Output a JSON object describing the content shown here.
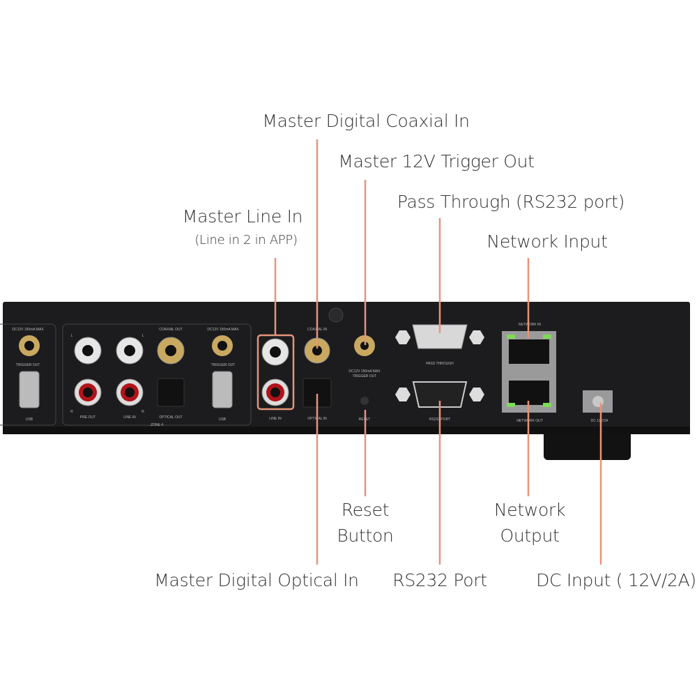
{
  "callouts": {
    "coaxial_in": "Master Digital Coaxial In",
    "trigger_out": "Master 12V Trigger Out",
    "pass_through": "Pass Through (RS232 port)",
    "network_input": "Network Input",
    "line_in": "Master Line In",
    "line_in_note": "(Line in 2 in APP)",
    "reset_1": "Reset",
    "reset_2": "Button",
    "network_output_1": "Network",
    "network_output_2": "Output",
    "optical_in": "Master Digital Optical In",
    "rs232_port": "RS232 Port",
    "dc_input": "DC Input ( 12V/2A)"
  },
  "panel_labels": {
    "dc12v_1": "DC12V 150mA MAX",
    "trigger_out_1": "TRIGGER OUT",
    "usb_1": "USB",
    "pre_out": "PRE OUT",
    "line_in_z": "LINE IN",
    "coaxial_out": "COAXIAL OUT",
    "optical_out": "OPTICAL OUT",
    "zone": "ZONE 4",
    "dc12v_2": "DC12V 150mA MAX",
    "trigger_out_2": "TRIGGER OUT",
    "usb_2": "USB",
    "line_in": "LINE IN",
    "coaxial_in": "COAXIAL IN",
    "optical_in": "OPTICAL IN",
    "trigger_main_1": "DC12V 150mA MAX",
    "trigger_main_2": "TRIGGER OUT",
    "reset": "RESET",
    "pass_through": "PASS THROUGH",
    "rs232": "RS232 PORT",
    "network_in": "NETWORK IN",
    "network_out": "NETWORK OUT",
    "dc": "DC 12V/2A",
    "L": "L",
    "R": "R"
  },
  "colors": {
    "leader": "#e3967a",
    "panel": "#1c1c1e",
    "accent_gold": "#c9a860",
    "rca_red": "#b0141a",
    "led_green": "#7ed957"
  }
}
